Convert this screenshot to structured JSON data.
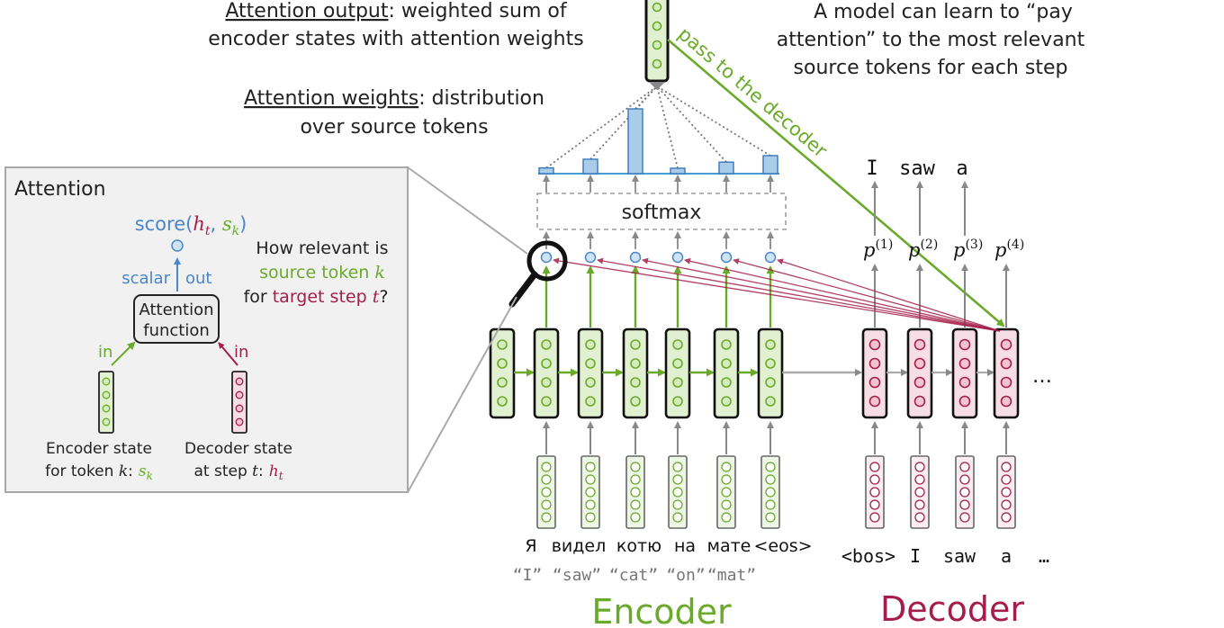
{
  "annotations": {
    "attention_output": {
      "term": "Attention output",
      "rest": ": weighted sum of",
      "line2": "encoder states with attention weights"
    },
    "attention_weights": {
      "term": "Attention weights",
      "rest": ": distribution",
      "line2": "over source tokens"
    },
    "model_note": {
      "line1": "A model can learn to “pay",
      "line2": "attention” to the most relevant",
      "line3": "source tokens for each step"
    },
    "pass_to_decoder": "pass to the decoder",
    "softmax": "softmax"
  },
  "attention_panel": {
    "title": "Attention",
    "score_fn": "score(",
    "score_h": "h",
    "score_h_sub": "t",
    "score_sep": ", ",
    "score_s": "s",
    "score_s_sub": "k",
    "score_close": ")",
    "scalar": "scalar",
    "out": "out",
    "function_line1": "Attention",
    "function_line2": "function",
    "in_left": "in",
    "in_right": "in",
    "question": {
      "line1": "How relevant is",
      "source_token": "source token ",
      "k": "k",
      "for": "for ",
      "target_step": "target step ",
      "t": "t",
      "qmark": "?"
    },
    "encoder_state": {
      "line1": "Encoder state",
      "line2": "for token ",
      "k": "k",
      "colon": ":",
      "s": "s",
      "s_sub": "k"
    },
    "decoder_state": {
      "line1": "Decoder state",
      "line2": "at step ",
      "t": "t",
      "colon": ":",
      "h": "h",
      "h_sub": "t"
    }
  },
  "attention_weights": [
    0.08,
    0.2,
    0.9,
    0.06,
    0.16,
    0.25
  ],
  "source_tokens": [
    "Я",
    "видел",
    "котю",
    "на",
    "мате",
    "<eos>"
  ],
  "source_translations": [
    "“I”",
    "“saw”",
    "“cat”",
    "“on”",
    "“mat”"
  ],
  "decoder_inputs": [
    "<bos>",
    "I",
    "saw",
    "a",
    "…"
  ],
  "decoder_outputs": [
    "I",
    "saw",
    "a"
  ],
  "prob_labels": [
    {
      "p": "p",
      "sup": "(1)"
    },
    {
      "p": "p",
      "sup": "(2)"
    },
    {
      "p": "p",
      "sup": "(3)"
    },
    {
      "p": "p",
      "sup": "(4)"
    }
  ],
  "decoder_ellipsis": "…",
  "labels": {
    "encoder": "Encoder",
    "decoder": "Decoder"
  },
  "colors": {
    "green": "#6aaa2a",
    "crimson": "#a51e4a",
    "blue": "#4a86c8",
    "bar_fill": "#a9cde9",
    "gray": "#8a8a8a"
  }
}
